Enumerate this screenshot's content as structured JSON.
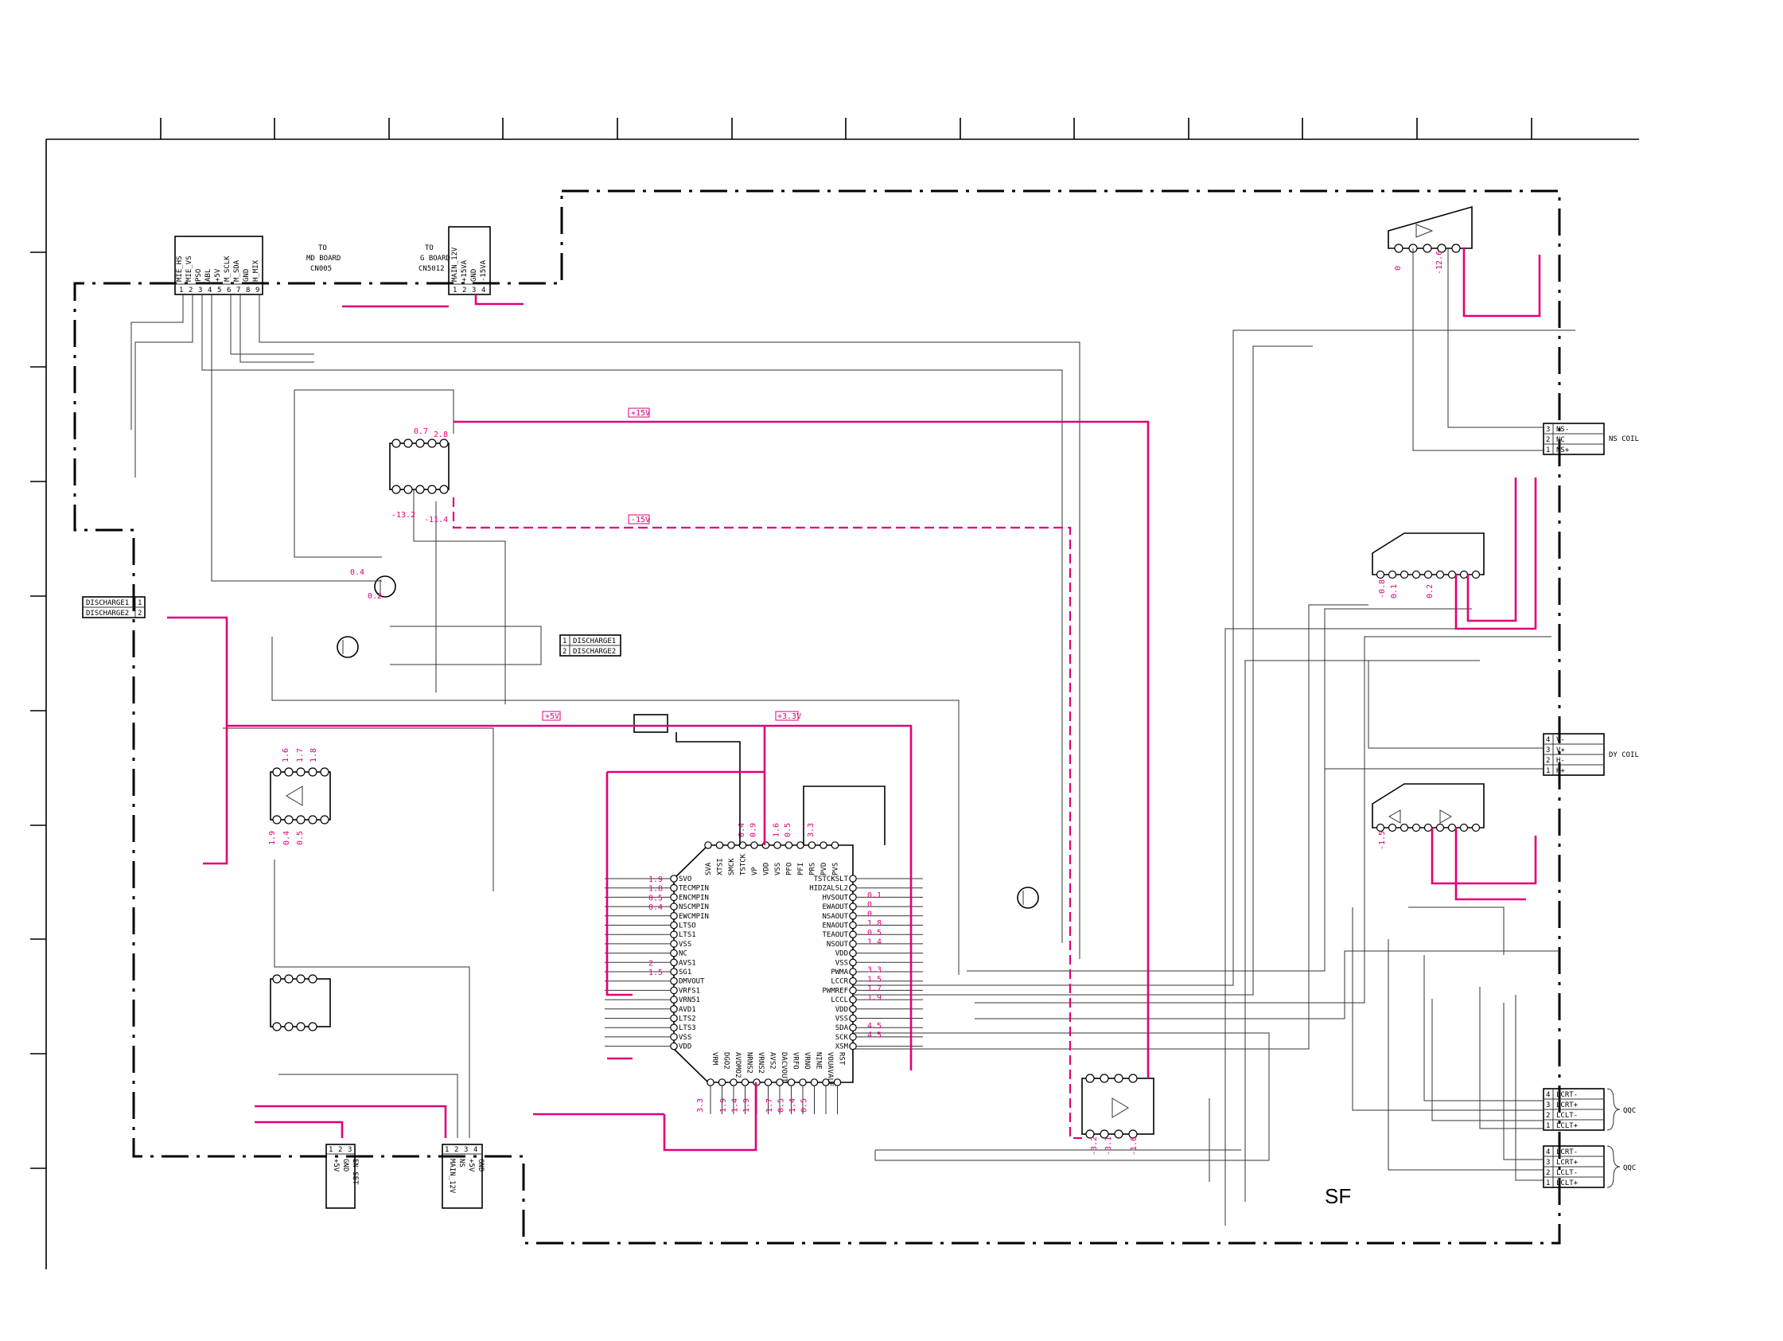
{
  "board": {
    "name": "SF"
  },
  "colors": {
    "highlight": "#e0007a",
    "line": "#000000"
  },
  "connectors": {
    "cn_top_left": {
      "pins": [
        "1",
        "2",
        "3",
        "4",
        "5",
        "6",
        "7",
        "8",
        "9"
      ],
      "labels": [
        "MIE_HS",
        "MIE_VS",
        "PSO",
        "ABL",
        "+5V",
        "M_SCLK",
        "M_SDA",
        "GND",
        "H_MIX"
      ]
    },
    "cn_top_mid": {
      "pins": [
        "1",
        "2",
        "3",
        "4"
      ],
      "labels": [
        "MAIN_12V",
        "+15VA",
        "GND",
        "-15VA"
      ]
    },
    "cn_discharge_left": {
      "pins": [
        "1",
        "2"
      ],
      "labels": [
        "DISCHARGE1",
        "DISCHARGE2"
      ]
    },
    "cn_discharge_mid": {
      "pins": [
        "1",
        "2"
      ],
      "labels": [
        "DISCHARGE1",
        "DISCHARGE2"
      ]
    },
    "cn_ns_coil": {
      "pins": [
        "3",
        "2",
        "1"
      ],
      "labels": [
        "NS-",
        "NC",
        "NS+"
      ],
      "name": "NS COIL"
    },
    "cn_dy_coil": {
      "pins": [
        "4",
        "3",
        "2",
        "1"
      ],
      "labels": [
        "V-",
        "V+",
        "H-",
        "H+"
      ],
      "name": "DY COIL"
    },
    "cn_qqc_1": {
      "pins": [
        "4",
        "3",
        "2",
        "1"
      ],
      "labels": [
        "LCRT-",
        "LCRT+",
        "LCLT-",
        "LCLT+"
      ],
      "name": "QQC"
    },
    "cn_qqc_2": {
      "pins": [
        "4",
        "3",
        "2",
        "1"
      ],
      "labels": [
        "LCRT-",
        "LCRT+",
        "LCLT-",
        "LCLT+"
      ],
      "name": "QQC"
    },
    "cn_bottom_1": {
      "pins": [
        "1",
        "2",
        "3"
      ],
      "labels": [
        "+5V",
        "GND",
        "EN-SET"
      ]
    },
    "cn_bottom_2": {
      "pins": [
        "1",
        "2",
        "3",
        "4"
      ],
      "labels": [
        "MAIN_12V",
        "NS",
        "+5V",
        "GND"
      ]
    }
  },
  "to_labels": {
    "md": {
      "to": "TO",
      "board": "MD BOARD",
      "cn": "CN005"
    },
    "g": {
      "to": "TO",
      "board": "G BOARD",
      "cn": "CN5012"
    }
  },
  "rail_tags": {
    "plus15": "+15V",
    "minus15": "-15V",
    "plus5": "+5V",
    "plus33": "+3.3V"
  },
  "main_ic": {
    "left_pins": [
      "SVO",
      "TECMPIN",
      "ENCMPIN",
      "NSCMPIN",
      "EWCMPIN",
      "LTSO",
      "LTS1",
      "VSS",
      "NC",
      "AVS1",
      "SG1",
      "DMVOUT",
      "VRFS1",
      "VRN51",
      "AVD1",
      "LTS2",
      "LTS3",
      "VSS",
      "VDD"
    ],
    "right_pins": [
      "TSTCKSLT",
      "HIDZALSL2",
      "HVSOUT",
      "EWAOUT",
      "NSAOUT",
      "ENAOUT",
      "TEAOUT",
      "NSOUT",
      "VDD",
      "VSS",
      "PWMA",
      "LCCR",
      "PWMREF",
      "LCCL",
      "VDD",
      "VSS",
      "SDA",
      "SCK",
      "XSM"
    ],
    "top_pins": [
      "SVA",
      "XTSI",
      "SMCK",
      "TSTCK",
      "VP",
      "VDD",
      "VSS",
      "PFO",
      "PFI",
      "PRS",
      "PVD",
      "PVS"
    ],
    "bottom_pins": [
      "VRM",
      "DGO2",
      "AVDMO2",
      "NRNS2",
      "VRNS2",
      "AVS2",
      "DACVOUT",
      "VRFO",
      "VRNO",
      "NINE",
      "VOUAVALF",
      "RST"
    ],
    "left_volts": [
      "1.9",
      "1.8",
      "0.5",
      "0.4",
      "2",
      "1.5"
    ],
    "right_volts": [
      "0.1",
      "0",
      "0",
      "1.8",
      "0.5",
      "1.4",
      "3.3",
      "1.5",
      "1.7",
      "1.9",
      "4.5",
      "4.5"
    ],
    "top_volts": [
      "0.4",
      "0.9",
      "1.6",
      "0.5",
      "3.3"
    ],
    "bottom_volts": [
      "3.3",
      "1.9",
      "1.4",
      "1.9",
      "1.7",
      "0.5",
      "1.4",
      "0.5"
    ]
  },
  "volts_misc": [
    "0.7",
    "2.8",
    "-13.2",
    "-11.4",
    "0.4",
    "0.2",
    "1.6",
    "1.7",
    "1.8",
    "1.9",
    "0.4",
    "0.5",
    "0",
    "-12.6",
    "-0.8",
    "0.1",
    "0.2",
    "-1.5",
    "-3.1",
    "-3.2",
    "-1.6"
  ]
}
